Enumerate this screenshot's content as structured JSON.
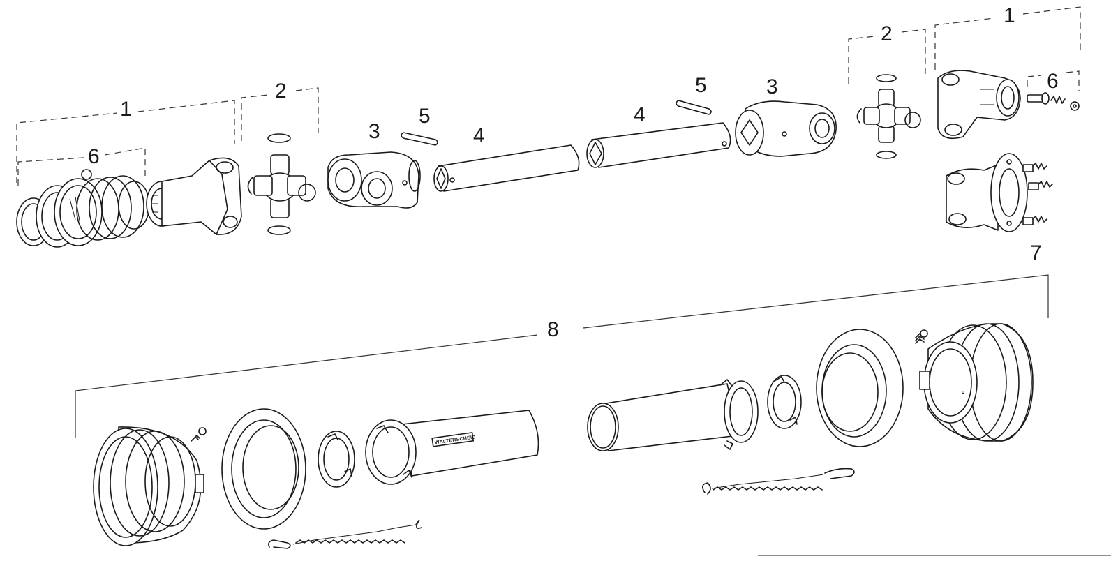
{
  "callouts": {
    "c1_left": "1",
    "c2_left": "2",
    "c6_left": "6",
    "c3_left": "3",
    "c5_left": "5",
    "c4_left": "4",
    "c4_right": "4",
    "c5_right": "5",
    "c3_right": "3",
    "c2_right": "2",
    "c1_right": "1",
    "c6_right": "6",
    "c7": "7",
    "c8": "8"
  },
  "brand_label": "WALTERSCHEID",
  "colors": {
    "line": "#1a1a1a",
    "background": "#ffffff"
  }
}
